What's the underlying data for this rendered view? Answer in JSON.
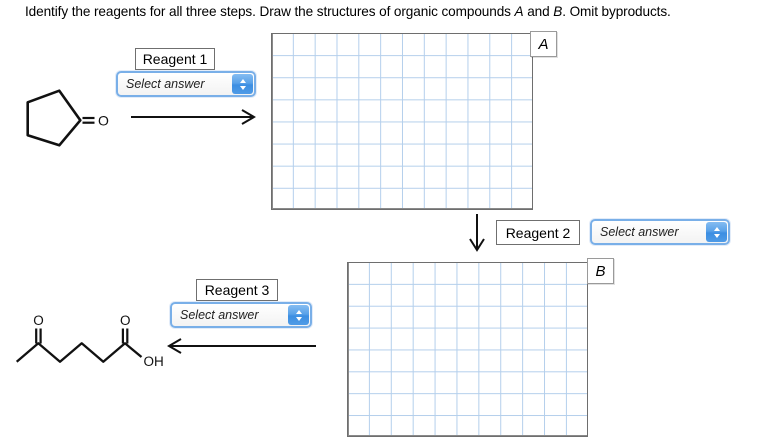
{
  "title": {
    "p1": "Identify the reagents for all three steps. Draw the structures of organic compounds ",
    "p2": "A",
    "p3": " and ",
    "p4": "B",
    "p5": ". Omit byproducts."
  },
  "steps": {
    "s1": {
      "label": "Reagent 1",
      "value": "Select answer"
    },
    "s2": {
      "label": "Reagent 2",
      "value": "Select answer"
    },
    "s3": {
      "label": "Reagent 3",
      "value": "Select answer"
    }
  },
  "boxes": {
    "a": "A",
    "b": "B"
  },
  "molecules": {
    "cyclopentanone": {
      "o": "O"
    },
    "product": {
      "o1": "O",
      "o2": "O",
      "oh": "OH"
    }
  },
  "colors": {
    "grid_line": "#b4cfec",
    "grid_border": "#6e6e6e",
    "dropdown_border": "#79afe8",
    "spinner_blue": "#4a97e6",
    "structure_stroke": "#111111"
  }
}
